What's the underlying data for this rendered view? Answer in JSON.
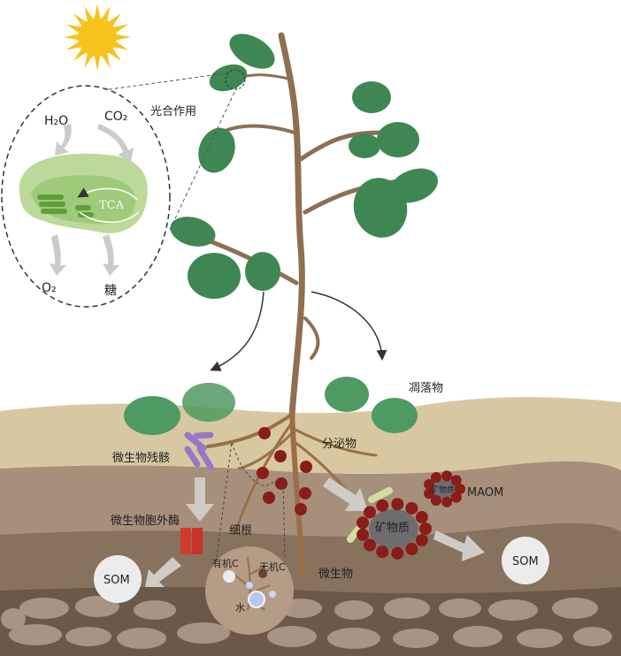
{
  "title": "光合作用",
  "photosynthesis": {
    "inputs": [
      "H₂O",
      "CO₂"
    ],
    "outputs": [
      "O₂",
      "糖"
    ],
    "cycle": "TCA"
  },
  "labels": {
    "litter": "凋落物",
    "exudates": "分泌物",
    "microbial_residue": "微生物残骸",
    "extracellular_enzyme": "微生物胞外酶",
    "fine_root": "细根",
    "organic_c": "有机C",
    "inorganic_c": "无机C",
    "water": "水",
    "microbe": "微生物",
    "mineral": "矿物质",
    "mineral_small": "矿物质",
    "maom": "MAOM",
    "som_left": "SOM",
    "som_right": "SOM"
  },
  "colors": {
    "leaf": "#3e8752",
    "stem": "#8d6f52",
    "soil_top": "#d8c8a2",
    "soil_mid": "#a68f7b",
    "soil_low": "#87725d",
    "rock_bed": "#6b5849",
    "exudate": "#8a1c1a"
  }
}
